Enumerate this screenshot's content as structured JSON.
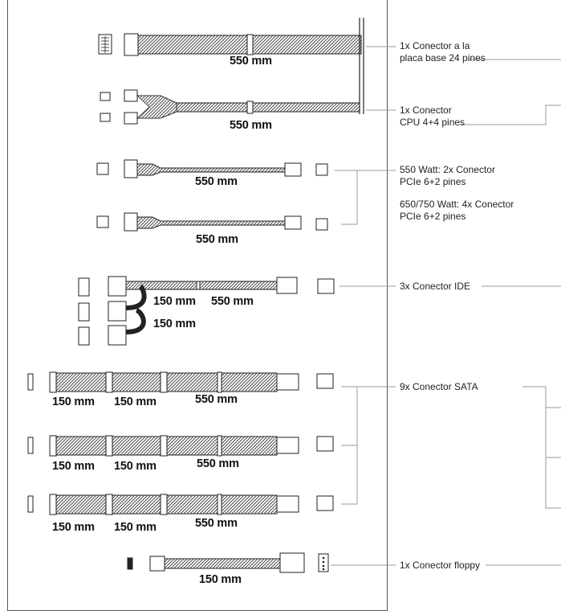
{
  "lengths": {
    "l550": "550 mm",
    "l150": "150 mm"
  },
  "labels": {
    "mb": [
      "1x Conector a la",
      "placa base 24 pines"
    ],
    "cpu": [
      "1x Conector",
      "CPU 4+4 pines"
    ],
    "pcie_550": [
      "550 Watt: 2x Conector",
      "PCIe 6+2 pines"
    ],
    "pcie_650": [
      "650/750 Watt: 4x Conector",
      "PCIe 6+2 pines"
    ],
    "ide": "3x Conector IDE",
    "sata": "9x Conector SATA",
    "floppy": "1x Conector floppy"
  },
  "colors": {
    "ink": "#222222",
    "panel_border": "#555555",
    "leader": "#999999"
  }
}
